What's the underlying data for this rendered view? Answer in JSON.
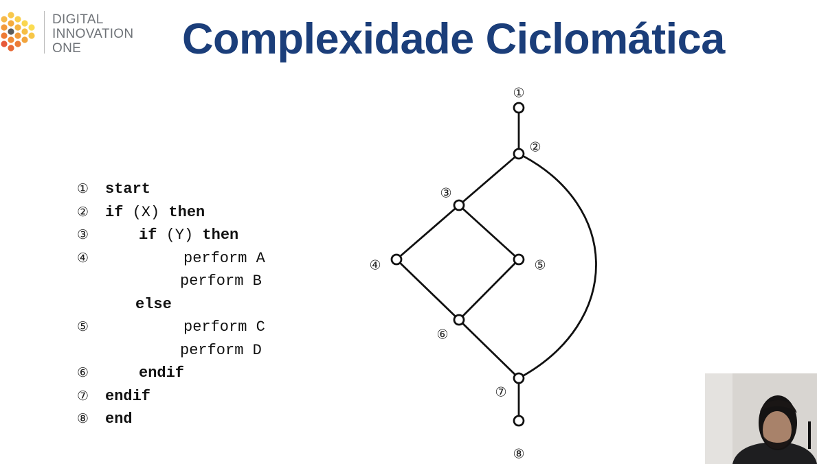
{
  "logo": {
    "line1": "DIGITAL",
    "line2": "INNOVATION",
    "line3": "ONE"
  },
  "title": "Complexidade Ciclomática",
  "code": [
    {
      "num": "①",
      "indent": 0,
      "parts": [
        {
          "t": "start",
          "b": true
        }
      ]
    },
    {
      "num": "②",
      "indent": 0,
      "parts": [
        {
          "t": "if",
          "b": true
        },
        {
          "t": " (X) ",
          "b": false
        },
        {
          "t": "then",
          "b": true
        }
      ]
    },
    {
      "num": "③",
      "indent": 1,
      "parts": [
        {
          "t": "if",
          "b": true
        },
        {
          "t": " (Y) ",
          "b": false
        },
        {
          "t": "then",
          "b": true
        }
      ]
    },
    {
      "num": "④",
      "indent": 2,
      "parts": [
        {
          "t": "perform A",
          "b": false
        }
      ]
    },
    {
      "num": "",
      "indent": 3,
      "parts": [
        {
          "t": "perform B",
          "b": false
        }
      ]
    },
    {
      "num": "",
      "indent": 4,
      "parts": [
        {
          "t": "else",
          "b": true
        }
      ]
    },
    {
      "num": "⑤",
      "indent": 2,
      "parts": [
        {
          "t": "perform C",
          "b": false
        }
      ]
    },
    {
      "num": "",
      "indent": 3,
      "parts": [
        {
          "t": "perform D",
          "b": false
        }
      ]
    },
    {
      "num": "⑥",
      "indent": 1,
      "parts": [
        {
          "t": "endif",
          "b": true
        }
      ]
    },
    {
      "num": "⑦",
      "indent": 0,
      "parts": [
        {
          "t": "endif",
          "b": true
        }
      ]
    },
    {
      "num": "⑧",
      "indent": 0,
      "parts": [
        {
          "t": "end",
          "b": true
        }
      ]
    }
  ],
  "graph": {
    "nodes": [
      {
        "id": "n1",
        "label": "①"
      },
      {
        "id": "n2",
        "label": "②"
      },
      {
        "id": "n3",
        "label": "③"
      },
      {
        "id": "n4",
        "label": "④"
      },
      {
        "id": "n5",
        "label": "⑤"
      },
      {
        "id": "n6",
        "label": "⑥"
      },
      {
        "id": "n7",
        "label": "⑦"
      },
      {
        "id": "n8",
        "label": "⑧"
      }
    ],
    "edges": [
      [
        "n1",
        "n2"
      ],
      [
        "n2",
        "n3"
      ],
      [
        "n3",
        "n4"
      ],
      [
        "n3",
        "n5"
      ],
      [
        "n4",
        "n6"
      ],
      [
        "n5",
        "n6"
      ],
      [
        "n6",
        "n7"
      ],
      [
        "n2",
        "n7"
      ],
      [
        "n7",
        "n8"
      ]
    ]
  },
  "colors": {
    "title": "#1b3e7a",
    "logo_text": "#6f7378"
  }
}
